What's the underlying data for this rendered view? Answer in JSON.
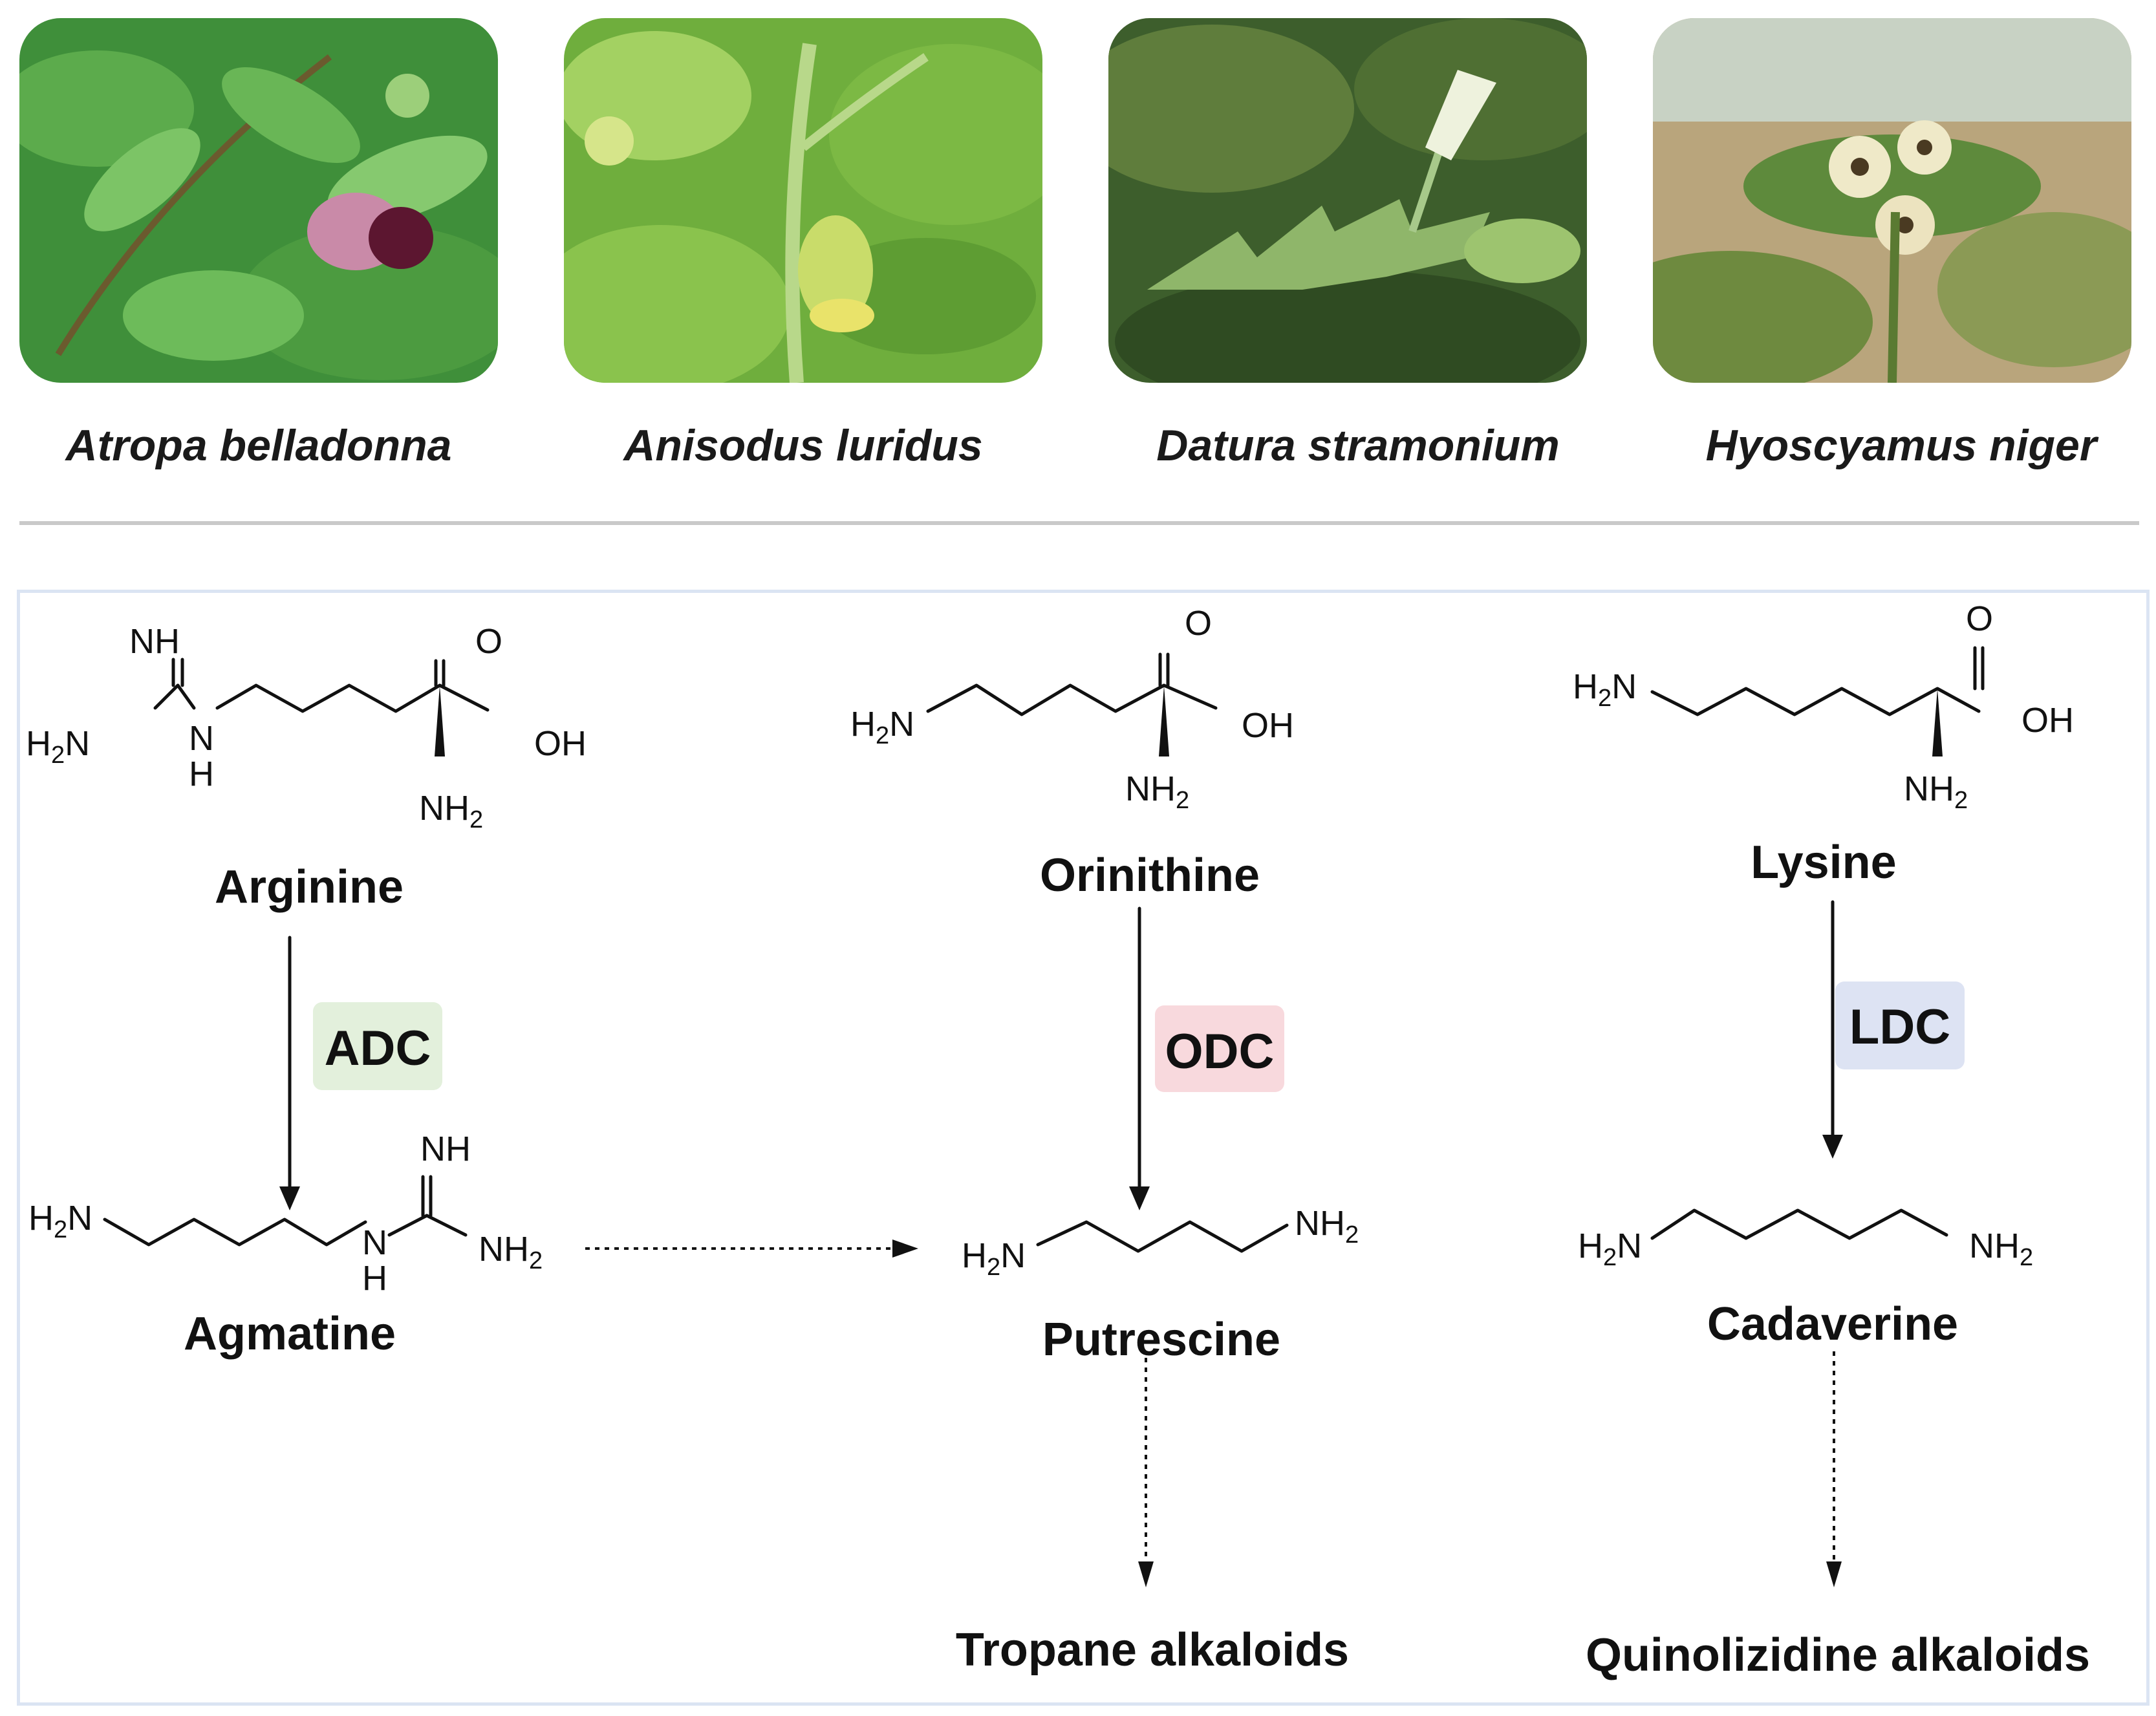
{
  "plants": [
    {
      "name": "Atropa belladonna"
    },
    {
      "name": "Anisodus luridus"
    },
    {
      "name": "Datura stramonium"
    },
    {
      "name": "Hyoscyamus niger"
    }
  ],
  "atoms": {
    "nh": "NH",
    "h2n_h": "H",
    "h2n_2": "2",
    "h2n_n": "N",
    "n": "N",
    "h": "H",
    "o": "O",
    "oh": "OH",
    "nh2_nh": "NH",
    "nh2_2": "2"
  },
  "compounds": {
    "arginine": "Arginine",
    "agmatine": "Agmatine",
    "ornithine": "Orinithine",
    "putrescine": "Putrescine",
    "lysine": "Lysine",
    "cadaverine": "Cadaverine"
  },
  "products": {
    "tropane": "Tropane alkaloids",
    "quinolizidine": "Quinolizidine alkaloids"
  },
  "enzymes": {
    "adc": {
      "label": "ADC",
      "color": "#e3f0dc"
    },
    "odc": {
      "label": "ODC",
      "color": "#f8d9dd"
    },
    "ldc": {
      "label": "LDC",
      "color": "#dde3f3"
    }
  },
  "colors": {
    "line": "#111111",
    "divider": "#c9c9c9",
    "panel_border": "#dbe4f3"
  }
}
